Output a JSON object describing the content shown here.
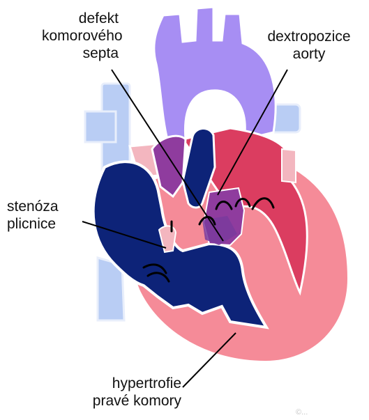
{
  "diagram": {
    "labels": {
      "defect": [
        "defekt",
        "komorového",
        "septa"
      ],
      "dextroposition": [
        "dextropozice",
        "aorty"
      ],
      "stenosis": [
        "stenóza",
        "plicnice"
      ],
      "hypertrophy": [
        "hypertrofie",
        "pravé komory"
      ]
    },
    "watermark": "©...",
    "colors": {
      "oxygenated": "#f58b98",
      "left_ventricle_dark": "#db3d60",
      "deoxygenated": "#0d2378",
      "mixed": "#8f3c9e",
      "aortic_arch": "#a78ef3",
      "vena_cava": "#b9cdf4",
      "pulmonary_veins": "#f3b6bf",
      "outline": "#ffffff"
    }
  }
}
